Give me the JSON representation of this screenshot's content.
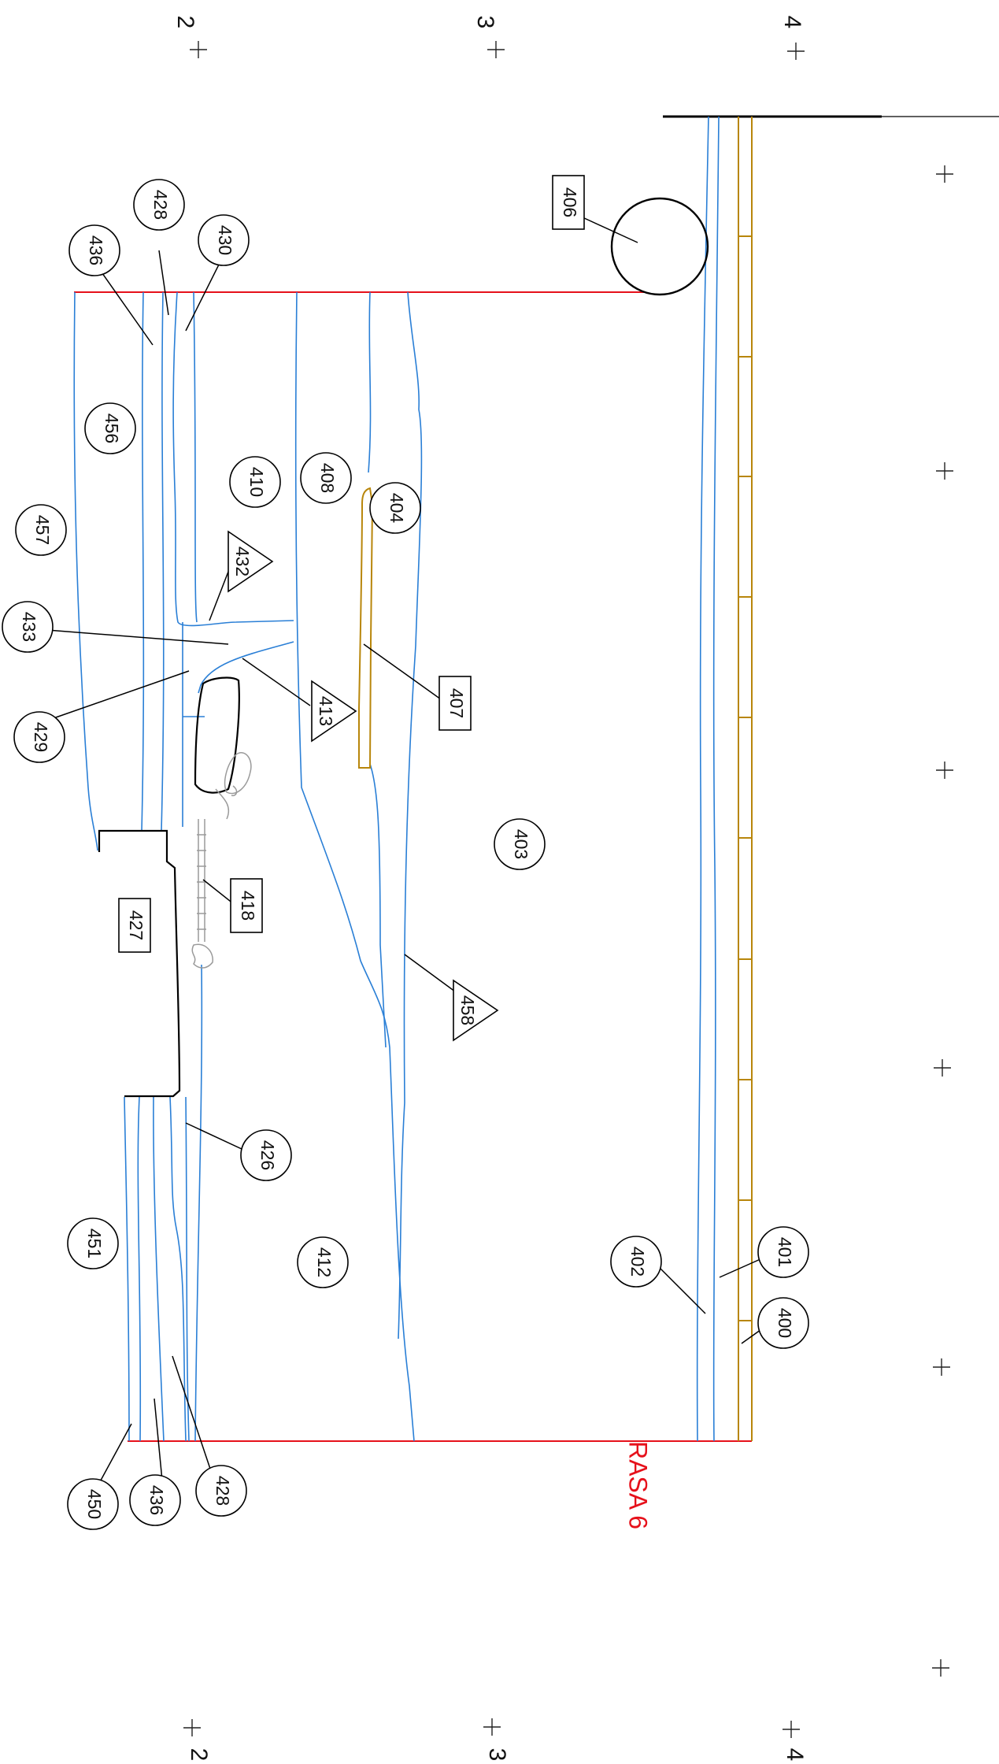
{
  "section_label": "RASA 6",
  "colors": {
    "boundary": "#e6111b",
    "layer_lines": "#2a7fd6",
    "scale_bar": "#b8860b",
    "ink": "#000000",
    "skeleton": "#9a9a9a"
  },
  "grid": {
    "top_markers": [
      {
        "id": "top-2",
        "label": "2"
      },
      {
        "id": "top-3",
        "label": "3"
      },
      {
        "id": "top-4",
        "label": "4"
      }
    ],
    "bottom_markers": [
      {
        "id": "bottom-2",
        "label": "2"
      },
      {
        "id": "bottom-3",
        "label": "3"
      },
      {
        "id": "bottom-4",
        "label": "4"
      }
    ]
  },
  "context_labels": {
    "circles": [
      "400",
      "401",
      "402",
      "403",
      "404",
      "408",
      "410",
      "412",
      "426",
      "428",
      "430",
      "436",
      "456",
      "457",
      "433",
      "429",
      "451",
      "450",
      "436",
      "428"
    ],
    "boxes": [
      "406",
      "407",
      "418",
      "427"
    ],
    "triangles": [
      "432",
      "413",
      "458"
    ]
  }
}
